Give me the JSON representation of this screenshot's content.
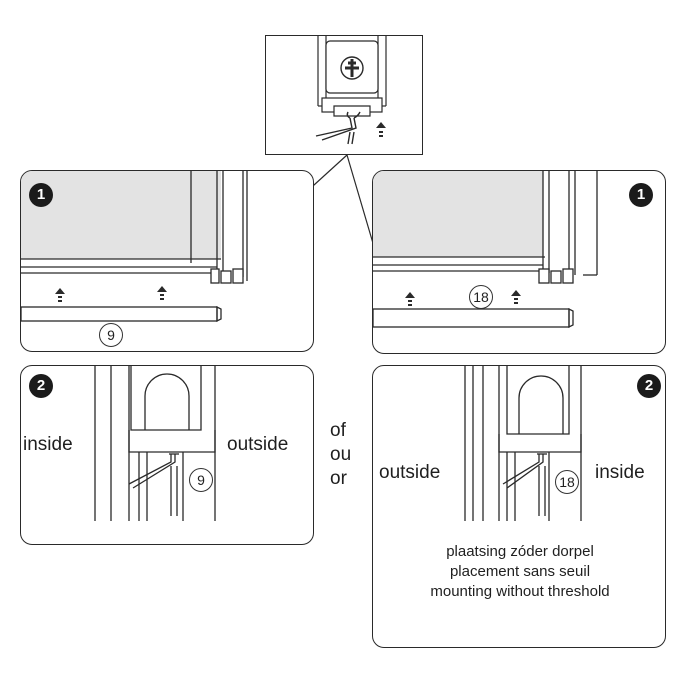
{
  "panels": {
    "top_left": {
      "step": "1",
      "part_number": "9"
    },
    "top_right": {
      "step": "1",
      "part_number": "18"
    },
    "bottom_left": {
      "step": "2",
      "left_label": "inside",
      "right_label": "outside",
      "part_number": "9"
    },
    "bottom_right": {
      "step": "2",
      "left_label": "outside",
      "right_label": "inside",
      "part_number": "18",
      "caption": [
        "plaatsing zóder dorpel",
        "placement sans seuil",
        "mounting without threshold"
      ]
    }
  },
  "or_words": [
    "of",
    "ou",
    "or"
  ],
  "colors": {
    "line": "#2a2a2a",
    "glass": "#e3e3e3",
    "profile": "#f4f4f4"
  }
}
